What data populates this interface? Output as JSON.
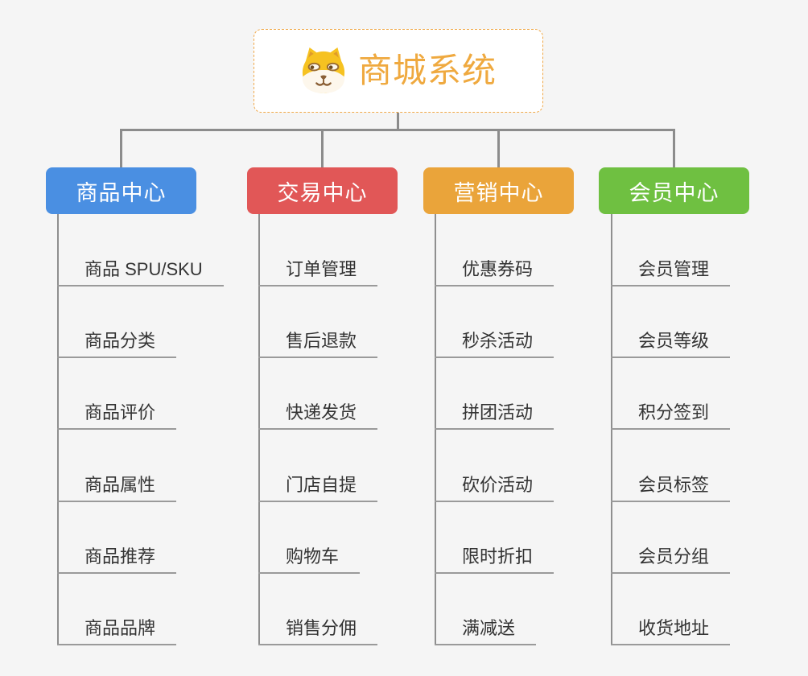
{
  "root": {
    "title": "商城系统",
    "icon": "shiba-dog-icon",
    "title_color": "#efa93f",
    "border_color": "#f0a848"
  },
  "columns": [
    {
      "label": "商品中心",
      "color": "#4a8fe2",
      "items": [
        "商品 SPU/SKU",
        "商品分类",
        "商品评价",
        "商品属性",
        "商品推荐",
        "商品品牌"
      ]
    },
    {
      "label": "交易中心",
      "color": "#e15757",
      "items": [
        "订单管理",
        "售后退款",
        "快递发货",
        "门店自提",
        "购物车",
        "销售分佣"
      ]
    },
    {
      "label": "营销中心",
      "color": "#eaa43a",
      "items": [
        "优惠券码",
        "秒杀活动",
        "拼团活动",
        "砍价活动",
        "限时折扣",
        "满减送"
      ]
    },
    {
      "label": "会员中心",
      "color": "#6fc041",
      "items": [
        "会员管理",
        "会员等级",
        "积分签到",
        "会员标签",
        "会员分组",
        "收货地址"
      ]
    }
  ],
  "connector_color": "#8c8c8c",
  "background_color": "#f5f5f5",
  "leaf_text_color": "#333333"
}
